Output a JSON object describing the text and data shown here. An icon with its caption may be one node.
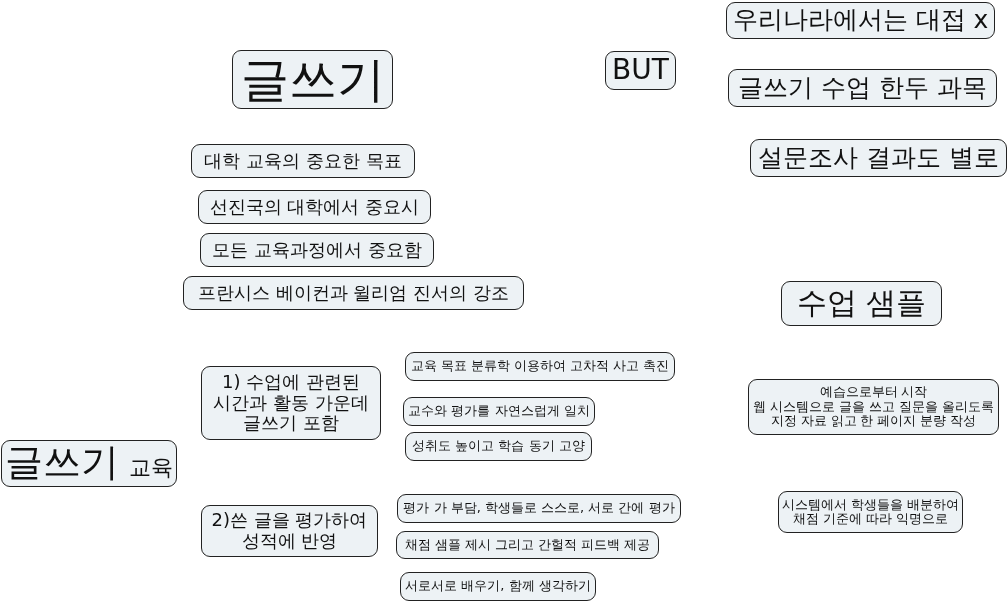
{
  "diagram": {
    "nodes": [
      {
        "text": [
          "글쓰기"
        ]
      },
      {
        "text": [
          "BUT"
        ]
      },
      {
        "text": [
          "우리나라에서는 대접 x"
        ]
      },
      {
        "text": [
          "글쓰기 수업 한두 과목"
        ]
      },
      {
        "text": [
          "설문조사 결과도 별로"
        ]
      },
      {
        "text": [
          "대학 교육의 중요한 목표"
        ]
      },
      {
        "text": [
          "선진국의 대학에서 중요시"
        ]
      },
      {
        "text": [
          "모든 교육과정에서 중요함"
        ]
      },
      {
        "text": [
          "프란시스 베이컨과 윌리엄 진서의 강조"
        ]
      },
      {
        "text": [
          "수업 샘플"
        ]
      },
      {
        "text": [
          "교육 목표 분류학 이용하여 고차적 사고 촉진"
        ]
      },
      {
        "text": [
          "1) 수업에 관련된 시간과 활동 가운데 글쓰기 포함"
        ]
      },
      {
        "text": [
          "예습으로부터 시작",
          "웹 시스템으로 글을 쓰고 질문을 올리도록",
          "지정 자료 읽고 한 페이지 분량 작성"
        ]
      },
      {
        "text": [
          "교수와 평가를 자연스럽게 일치"
        ]
      },
      {
        "text": [
          "성취도 높이고 학습 동기 고양"
        ]
      },
      {
        "text": [
          "글쓰기",
          "교육"
        ]
      },
      {
        "text": [
          "평가 가 부담, 학생들로 스스로, 서로 간에 평가"
        ]
      },
      {
        "text": [
          "2)쓴 글을 평가하여 성적에 반영"
        ]
      },
      {
        "text": [
          "시스템에서 학생들을 배분하여 채점 기준에 따라 익명으로"
        ]
      },
      {
        "text": [
          "채점 샘플 제시 그리고 간헐적 피드백 제공"
        ]
      },
      {
        "text": [
          "서로서로 배우기, 함께 생각하기"
        ]
      }
    ]
  }
}
